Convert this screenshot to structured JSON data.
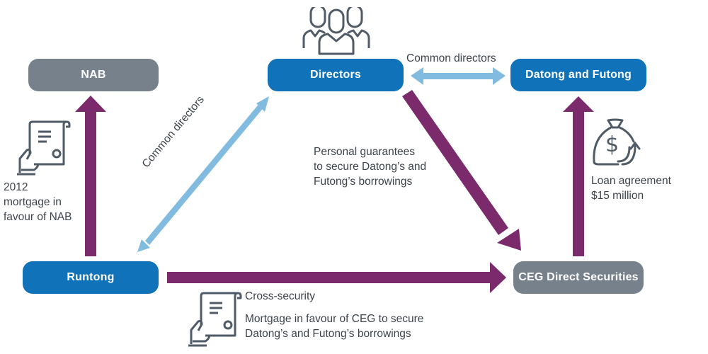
{
  "nodes": {
    "nab": "NAB",
    "directors": "Directors",
    "datong_futong": "Datong and Futong",
    "runtong": "Runtong",
    "ceg": "CEG Direct Securities"
  },
  "labels": {
    "common_directors_top": "Common directors",
    "common_directors_diag": "Common directors",
    "personal_guarantees": [
      "Personal guarantees",
      "to secure Datong’s and",
      "Futong’s borrowings"
    ],
    "loan": [
      "Loan agreement",
      "$15 million"
    ],
    "mortgage_nab": [
      "2012",
      "mortgage in",
      "favour of NAB"
    ],
    "cross_security_title": "Cross-security",
    "cross_security_desc": [
      "Mortgage in favour of CEG to secure",
      "Datong’s and Futong’s borrowings"
    ]
  },
  "colors": {
    "primary_blue": "#1072b8",
    "grey": "#76818b",
    "purple": "#7b2a6b",
    "light_blue": "#82bbe0",
    "icon": "#4f5b66"
  },
  "icons": {
    "directors": "people-group-icon",
    "nab_mortgage": "document-certificate-icon",
    "cross_security": "document-certificate-icon",
    "loan": "money-bag-icon"
  }
}
